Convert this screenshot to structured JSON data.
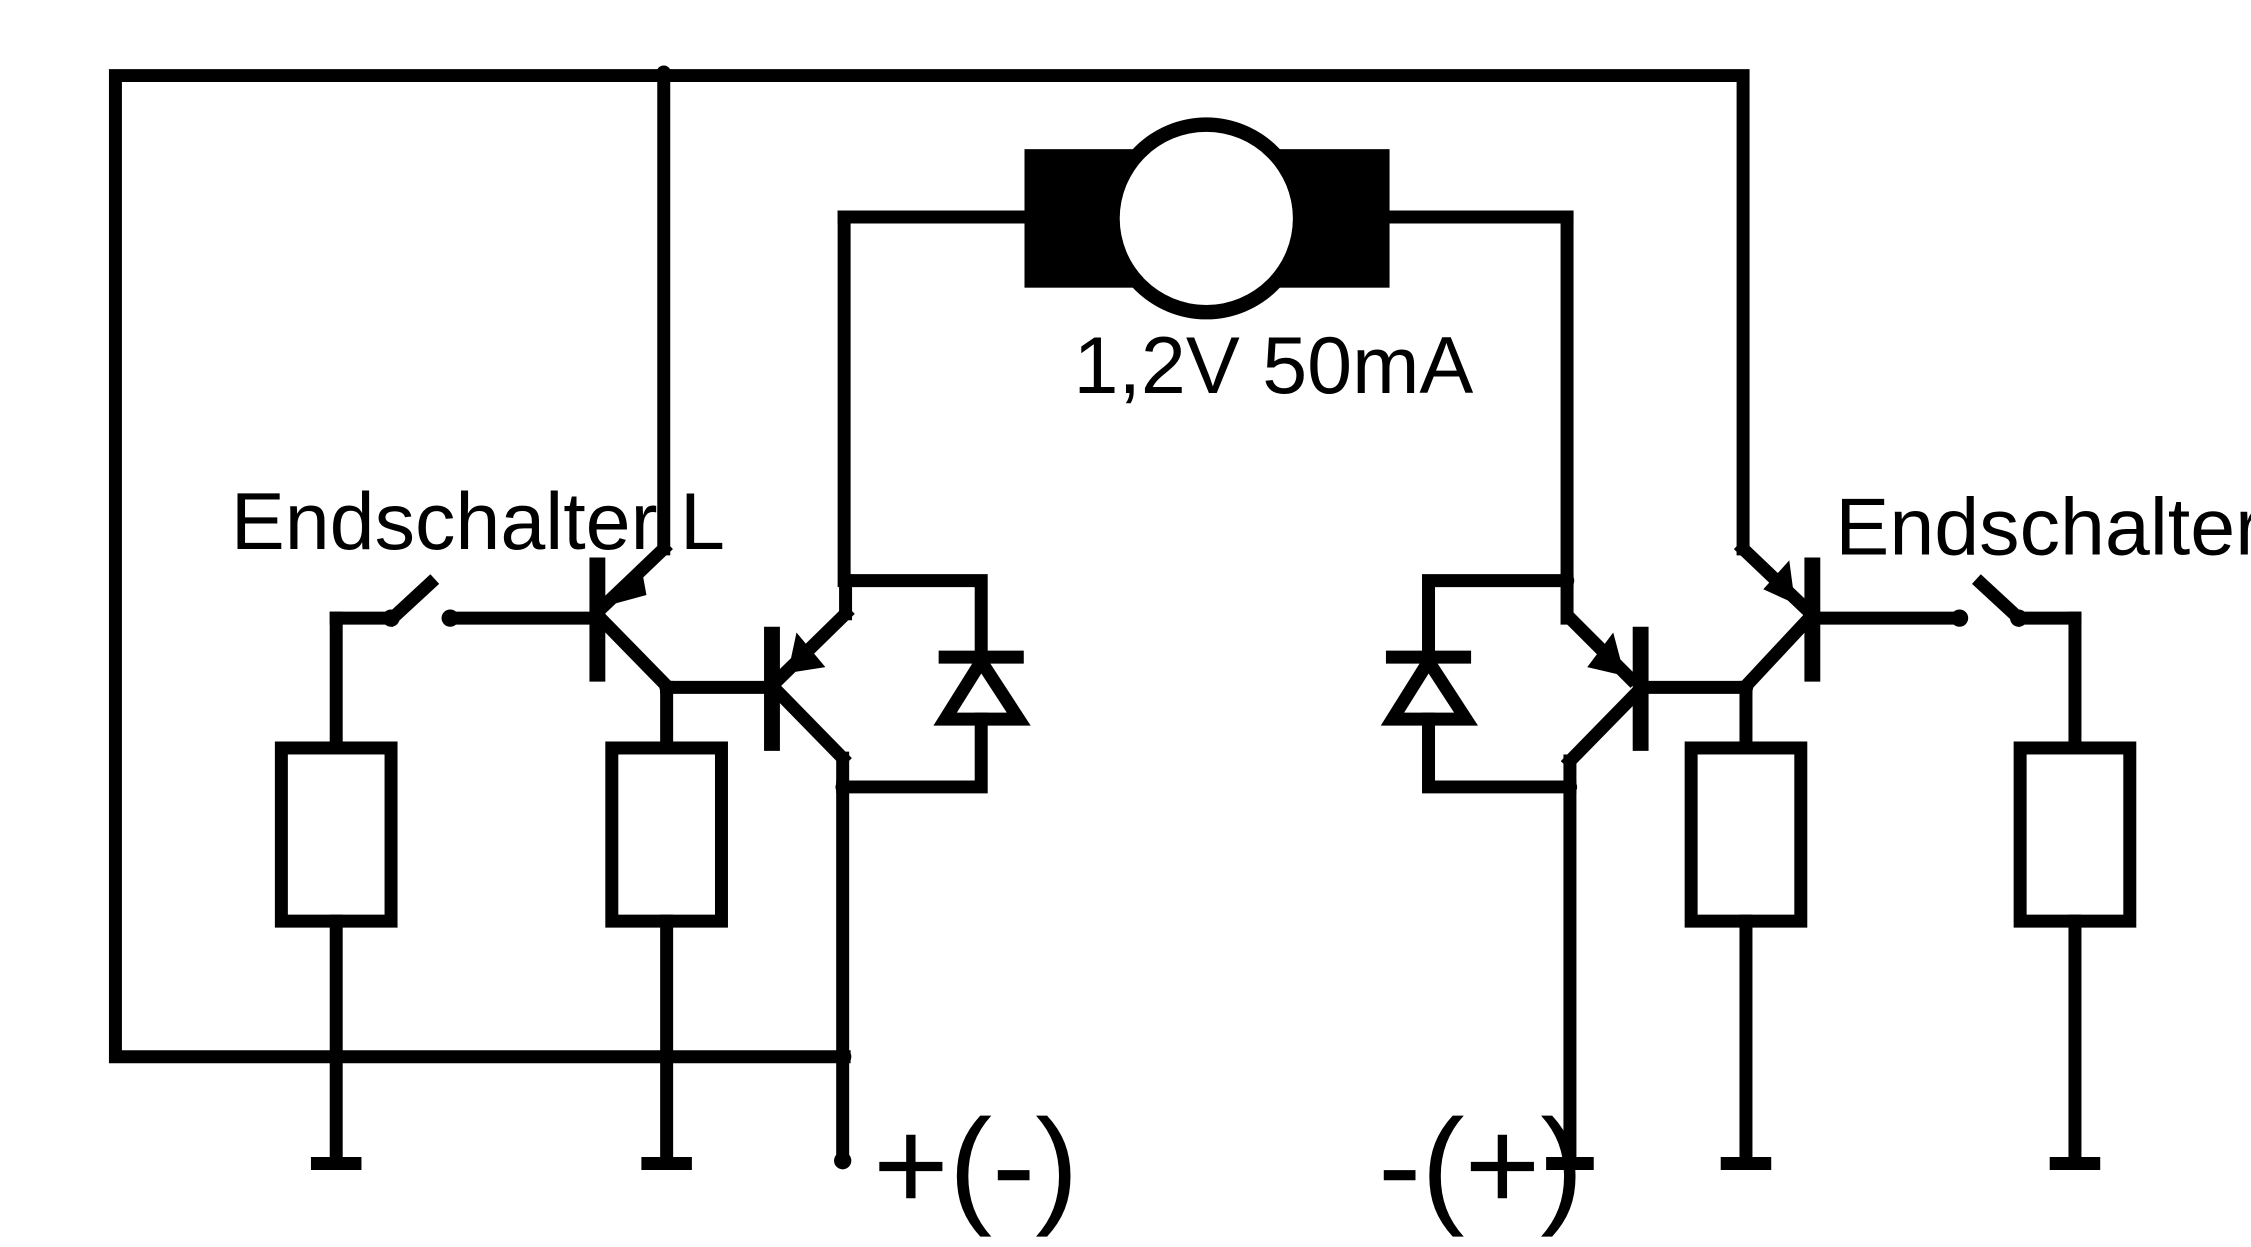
{
  "diagram": {
    "motor_label": "1,2V 50mA",
    "switch_left_label": "Endschalter L",
    "switch_right_label": "Endschalter R",
    "terminal_left_label": "+(-)",
    "terminal_right_label": "-(+)"
  },
  "colors": {
    "ink": "#000000",
    "background": "#ffffff"
  }
}
